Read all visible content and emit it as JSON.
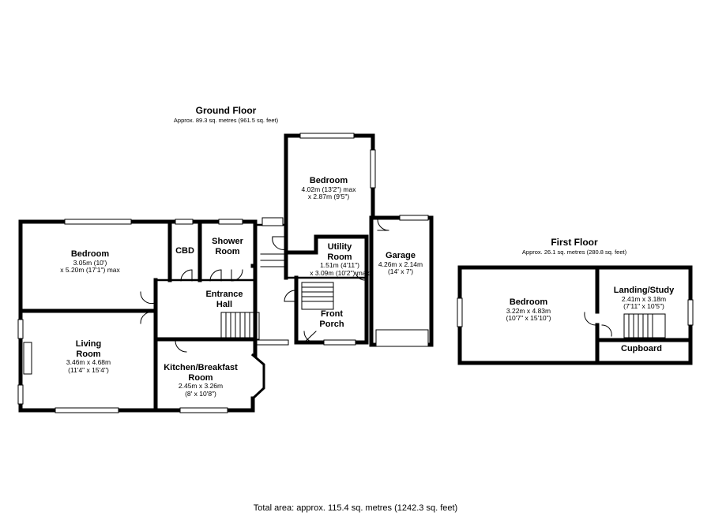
{
  "ground_floor": {
    "title": "Ground Floor",
    "area": "Approx. 89.3 sq. metres (961.5 sq. feet)",
    "rooms": {
      "bedroom_left": {
        "name": "Bedroom",
        "dims": [
          "3.05m (10')",
          "x 5.20m (17'1\") max"
        ]
      },
      "cbd": {
        "name": "CBD"
      },
      "shower": {
        "name": "Shower",
        "name2": "Room"
      },
      "bedroom_top": {
        "name": "Bedroom",
        "dims": [
          "4.02m (13'2\") max",
          "x 2.87m (9'5\")"
        ]
      },
      "utility": {
        "name": "Utility",
        "name2": "Room",
        "dims": [
          "1.51m (4'11\")",
          "x 3.09m (10'2\") max"
        ]
      },
      "garage": {
        "name": "Garage",
        "dims": [
          "4.26m x 2.14m",
          "(14' x 7')"
        ]
      },
      "entrance": {
        "name": "Entrance",
        "name2": "Hall"
      },
      "front_porch": {
        "name": "Front",
        "name2": "Porch"
      },
      "living": {
        "name": "Living",
        "name2": "Room",
        "dims": [
          "3.46m x 4.68m",
          "(11'4\" x 15'4\")"
        ]
      },
      "kitchen": {
        "name": "Kitchen/Breakfast",
        "name2": "Room",
        "dims": [
          "2.45m x 3.26m",
          "(8' x 10'8\")"
        ]
      }
    }
  },
  "first_floor": {
    "title": "First Floor",
    "area": "Approx. 26.1 sq. metres (280.8 sq. feet)",
    "rooms": {
      "bedroom": {
        "name": "Bedroom",
        "dims": [
          "3.22m x 4.83m",
          "(10'7\" x 15'10\")"
        ]
      },
      "landing": {
        "name": "Landing/Study",
        "dims": [
          "2.41m x 3.18m",
          "(7'11\" x 10'5\")"
        ]
      },
      "cupboard": {
        "name": "Cupboard"
      }
    }
  },
  "total_area": "Total area: approx. 115.4 sq. metres (1242.3 sq. feet)"
}
